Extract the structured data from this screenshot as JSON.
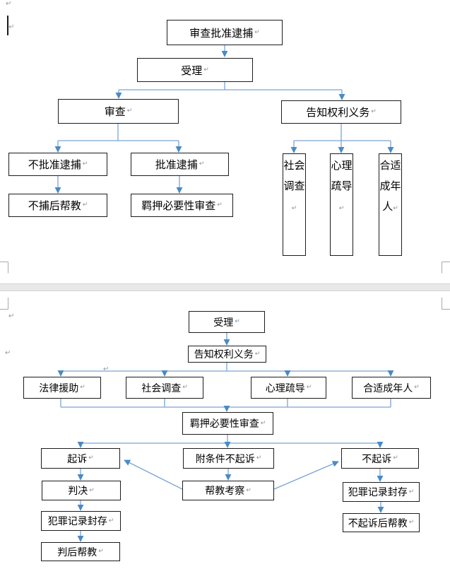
{
  "marks": {
    "return_glyph": "↵",
    "pilcrow_glyph": "↵"
  },
  "colors": {
    "connector": "#7aa4d4",
    "arrowhead": "#4a8ac4",
    "box_border": "#1c1c1c",
    "page_gap": "#e8e8e8"
  },
  "chart_data": [
    {
      "type": "flowchart",
      "page": 1,
      "title": "",
      "nodes": [
        {
          "id": "review-approve-arrest",
          "label": "审查批准逮捕"
        },
        {
          "id": "accept",
          "label": "受理"
        },
        {
          "id": "review",
          "label": "审查"
        },
        {
          "id": "inform-rights-obligations",
          "label": "告知权利义务"
        },
        {
          "id": "disapprove-arrest",
          "label": "不批准逮捕"
        },
        {
          "id": "approve-arrest",
          "label": "批准逮捕"
        },
        {
          "id": "post-nonarrest-mentoring",
          "label": "不捕后帮教"
        },
        {
          "id": "detention-necessity-review",
          "label": "羁押必要性审查"
        },
        {
          "id": "social-investigation",
          "label": "社会调查",
          "orientation": "vertical"
        },
        {
          "id": "psychological-counseling",
          "label": "心理疏导",
          "orientation": "vertical"
        },
        {
          "id": "appropriate-adult",
          "label": "合适成年人",
          "orientation": "vertical"
        }
      ],
      "edges": [
        [
          "审查批准逮捕",
          "受理"
        ],
        [
          "受理",
          "审查"
        ],
        [
          "受理",
          "告知权利义务"
        ],
        [
          "审查",
          "不批准逮捕"
        ],
        [
          "审查",
          "批准逮捕"
        ],
        [
          "不批准逮捕",
          "不捕后帮教"
        ],
        [
          "批准逮捕",
          "羁押必要性审查"
        ],
        [
          "告知权利义务",
          "社会调查"
        ],
        [
          "告知权利义务",
          "心理疏导"
        ],
        [
          "告知权利义务",
          "合适成年人"
        ]
      ]
    },
    {
      "type": "flowchart",
      "page": 2,
      "title": "",
      "nodes": [
        {
          "id": "accept",
          "label": "受理"
        },
        {
          "id": "inform-rights-obligations",
          "label": "告知权利义务"
        },
        {
          "id": "legal-aid",
          "label": "法律援助"
        },
        {
          "id": "social-investigation",
          "label": "社会调查"
        },
        {
          "id": "psychological-counseling",
          "label": "心理疏导"
        },
        {
          "id": "appropriate-adult",
          "label": "合适成年人"
        },
        {
          "id": "detention-necessity-review",
          "label": "羁押必要性审查"
        },
        {
          "id": "prosecution",
          "label": "起诉"
        },
        {
          "id": "conditional-non-prosecution",
          "label": "附条件不起诉"
        },
        {
          "id": "non-prosecution",
          "label": "不起诉"
        },
        {
          "id": "judgment",
          "label": "判决"
        },
        {
          "id": "mentoring-inspection",
          "label": "帮教考察"
        },
        {
          "id": "criminal-record-sealing-right",
          "label": "犯罪记录封存"
        },
        {
          "id": "criminal-record-sealing-left",
          "label": "犯罪记录封存"
        },
        {
          "id": "post-nonprosecution-mentoring",
          "label": "不起诉后帮教"
        },
        {
          "id": "post-judgment-mentoring",
          "label": "判后帮教"
        }
      ],
      "edges": [
        [
          "受理",
          "告知权利义务"
        ],
        [
          "告知权利义务",
          "法律援助"
        ],
        [
          "告知权利义务",
          "社会调查"
        ],
        [
          "告知权利义务",
          "心理疏导"
        ],
        [
          "告知权利义务",
          "合适成年人"
        ],
        [
          "法律援助",
          "羁押必要性审查"
        ],
        [
          "社会调查",
          "羁押必要性审查"
        ],
        [
          "心理疏导",
          "羁押必要性审查"
        ],
        [
          "合适成年人",
          "羁押必要性审查"
        ],
        [
          "羁押必要性审查",
          "起诉"
        ],
        [
          "羁押必要性审查",
          "附条件不起诉"
        ],
        [
          "羁押必要性审查",
          "不起诉"
        ],
        [
          "起诉",
          "判决"
        ],
        [
          "判决",
          "犯罪记录封存"
        ],
        [
          "犯罪记录封存",
          "判后帮教"
        ],
        [
          "附条件不起诉",
          "帮教考察"
        ],
        [
          "帮教考察",
          "起诉"
        ],
        [
          "帮教考察",
          "不起诉"
        ],
        [
          "不起诉",
          "犯罪记录封存"
        ],
        [
          "犯罪记录封存",
          "不起诉后帮教"
        ]
      ]
    }
  ]
}
